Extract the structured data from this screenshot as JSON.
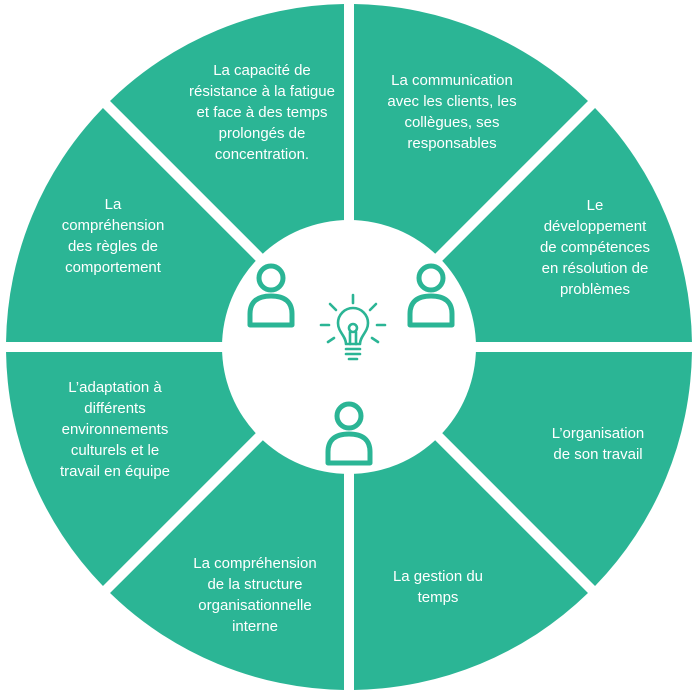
{
  "colors": {
    "segment_fill": "#2bb595",
    "center_fill": "#ffffff",
    "icon_color": "#2bb595",
    "text_color": "#ffffff"
  },
  "center": {
    "icons": [
      "person-icon",
      "person-icon",
      "person-icon",
      "lightbulb-icon"
    ]
  },
  "segments": [
    {
      "lines": [
        "La capacité de",
        "résistance à la fatigue",
        "et face à des temps",
        "prolongés de",
        "concentration."
      ]
    },
    {
      "lines": [
        "La communication",
        "avec les clients, les",
        "collègues, ses",
        "responsables"
      ]
    },
    {
      "lines": [
        "Le",
        "développement",
        "de compétences",
        "en résolution de",
        "problèmes"
      ]
    },
    {
      "lines": [
        "L’organisation",
        "de son travail"
      ]
    },
    {
      "lines": [
        "La gestion du",
        "temps"
      ]
    },
    {
      "lines": [
        "La compréhension",
        "de la structure",
        "organisationnelle",
        "interne"
      ]
    },
    {
      "lines": [
        "L’adaptation à",
        "différents",
        "environnements",
        "culturels et le",
        "travail en équipe"
      ]
    },
    {
      "lines": [
        "La",
        "compréhension",
        "des règles de",
        "comportement"
      ]
    }
  ]
}
